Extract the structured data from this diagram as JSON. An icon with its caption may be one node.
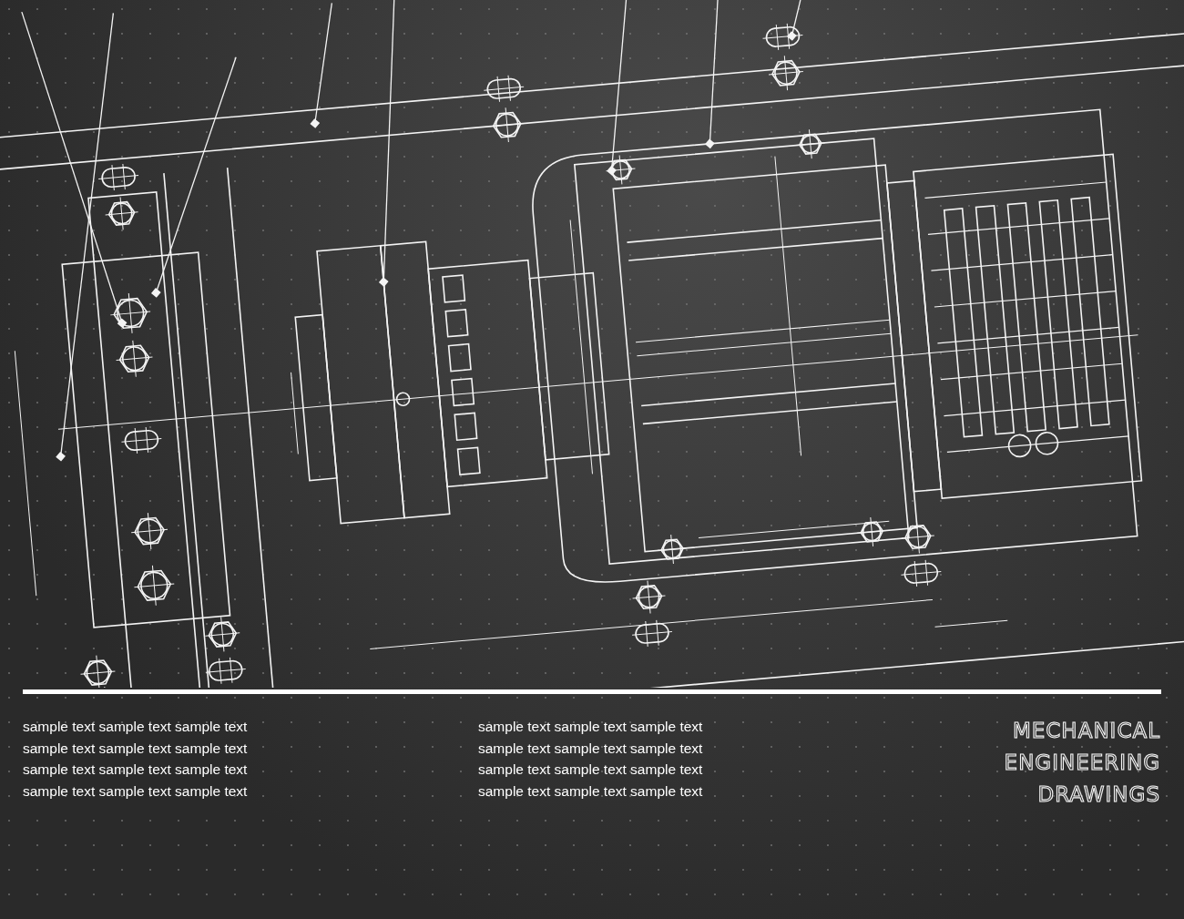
{
  "diagram": {
    "title": "MECHANICAL ENGINEERING DRAWINGS",
    "labels": [
      "sample text sample text sample text",
      "sample text sample text sample text",
      "sample text sample text sample text",
      "sample text sample text sample text",
      "sample text sample text sample text",
      "sample text sample text sample text",
      "sample text sample text sample text",
      "sample text sample text sample text"
    ]
  }
}
